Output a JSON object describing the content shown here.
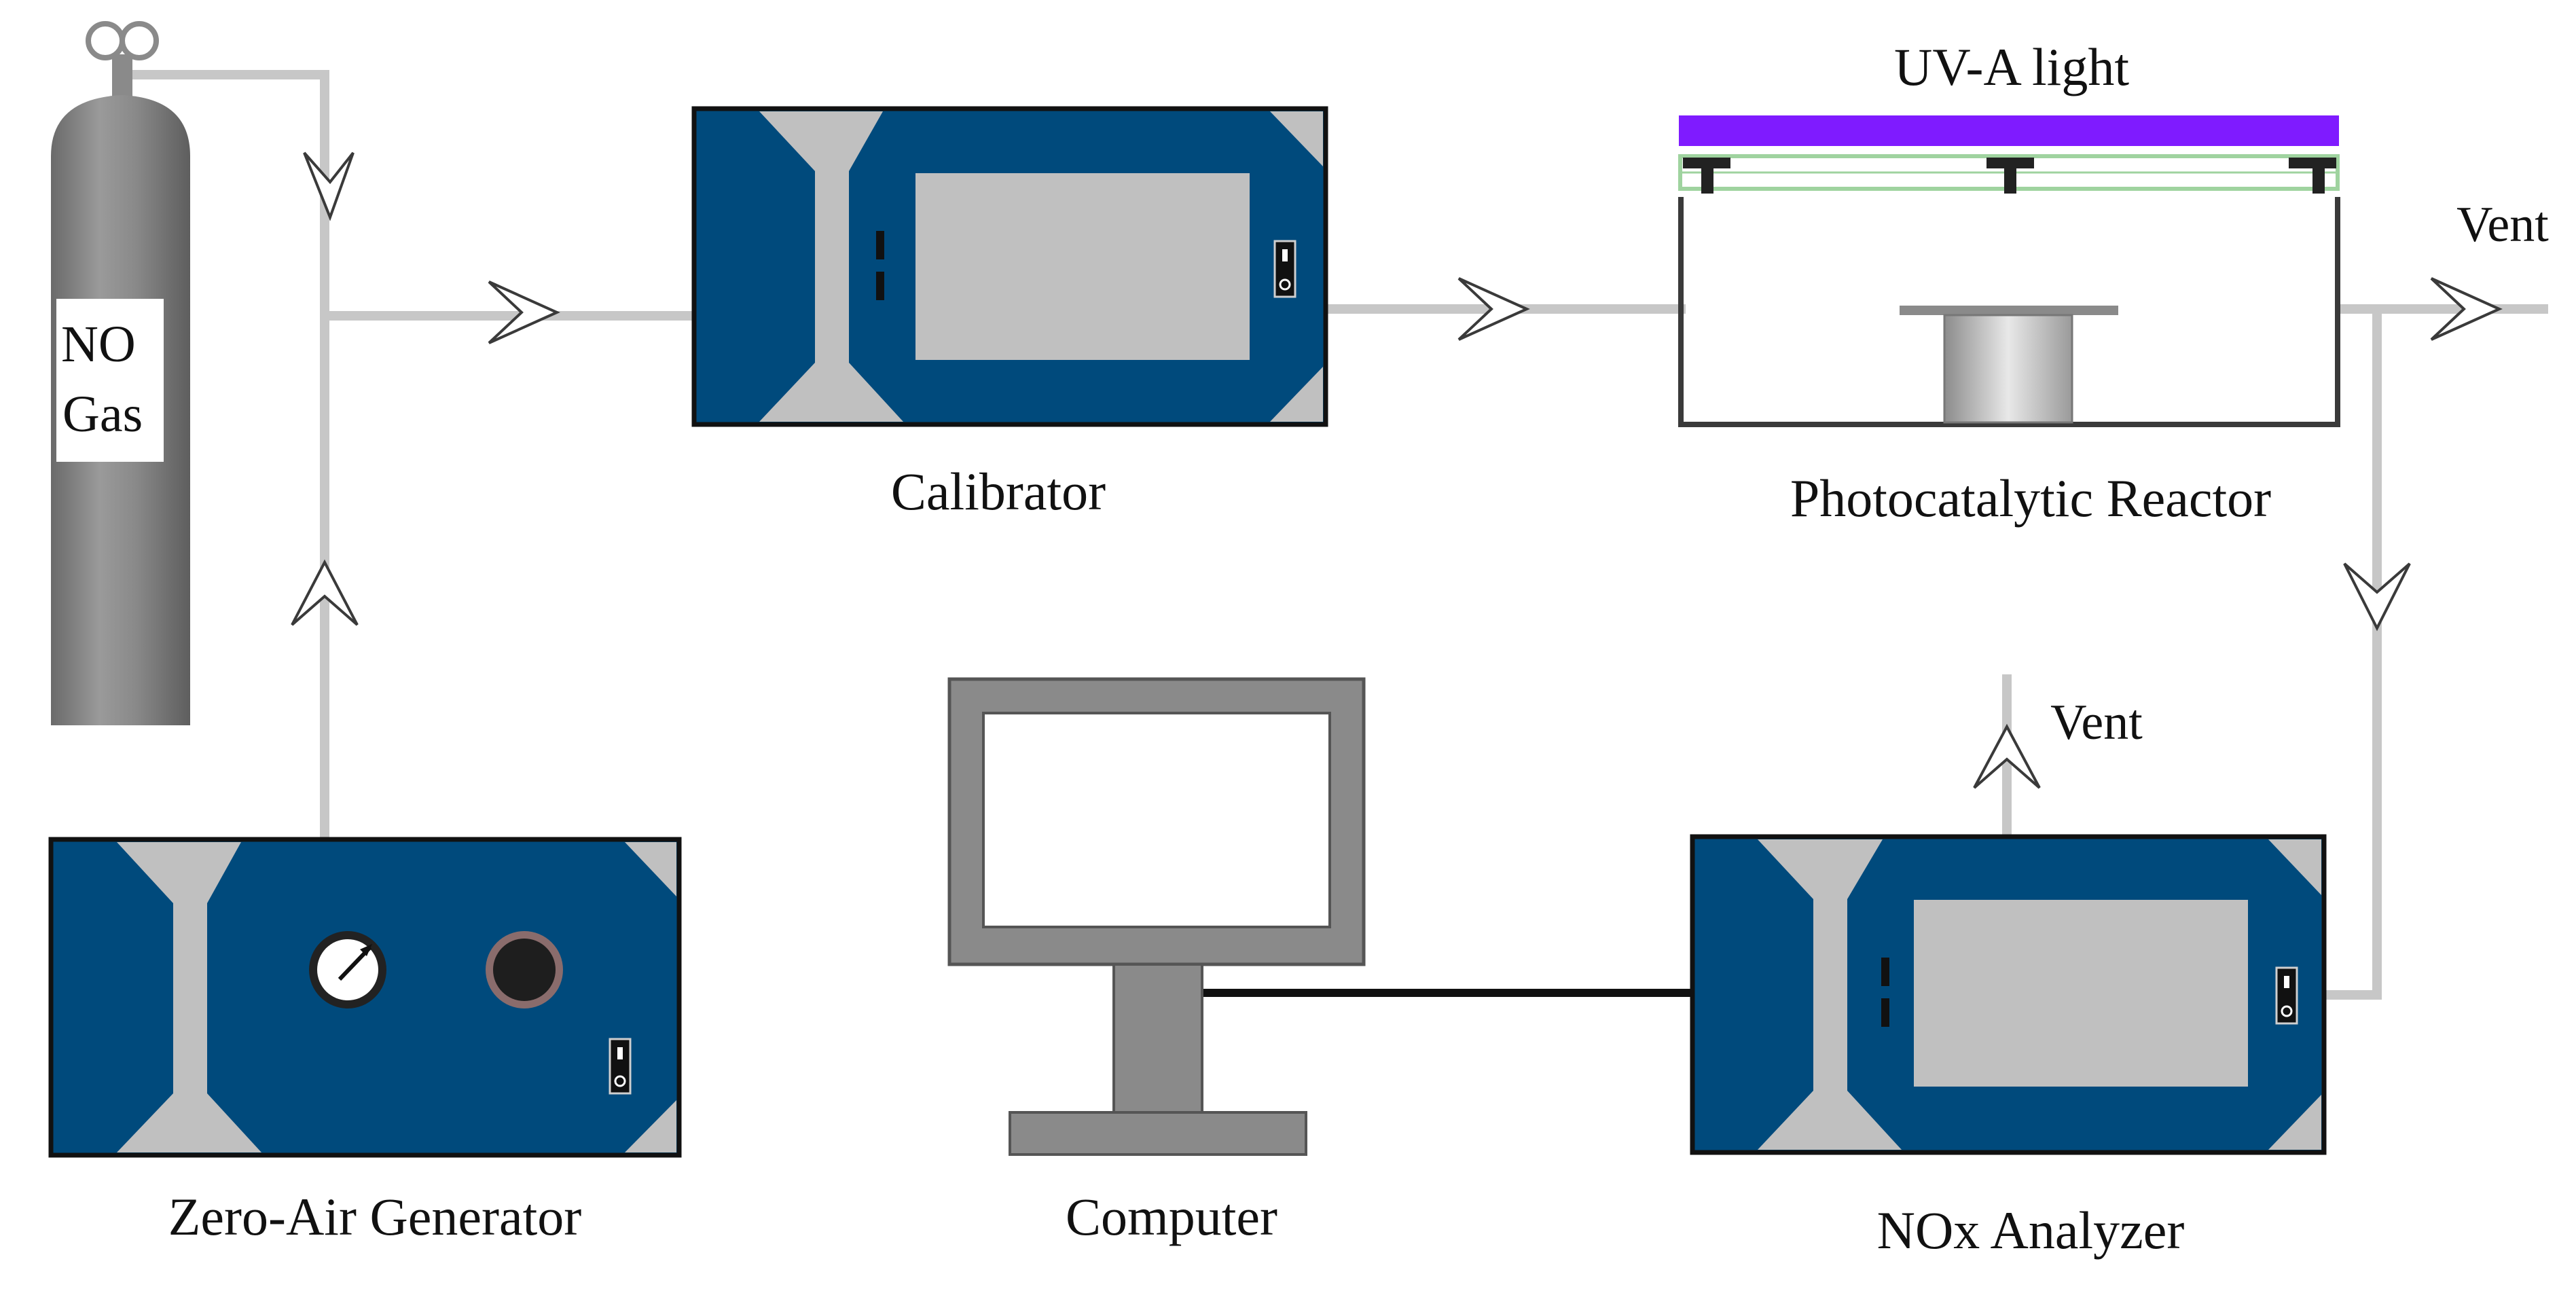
{
  "labels": {
    "gas_cylinder": [
      "NO",
      "Gas"
    ],
    "zero_air_generator": "Zero-Air Generator",
    "calibrator": "Calibrator",
    "uv_light": "UV-A light",
    "reactor": "Photocatalytic Reactor",
    "vent_top": "Vent",
    "vent_analyzer": "Vent",
    "computer": "Computer",
    "nox_analyzer": "NOx Analyzer"
  },
  "colors": {
    "instrument_blue": "#004a7c",
    "panel_grey": "#c0c0c0",
    "pipe_grey": "#c7c7c7",
    "uv_purple": "#7f1bff",
    "cylinder_grey": "#888888",
    "computer_grey": "#8a8a8a",
    "cable": "#111111"
  },
  "icons": {
    "flow_arrow": "open-chevron-arrow",
    "power_switch": "i-o-rocker-switch",
    "pressure_gauge": "dial-gauge",
    "control_knob": "round-knob"
  }
}
